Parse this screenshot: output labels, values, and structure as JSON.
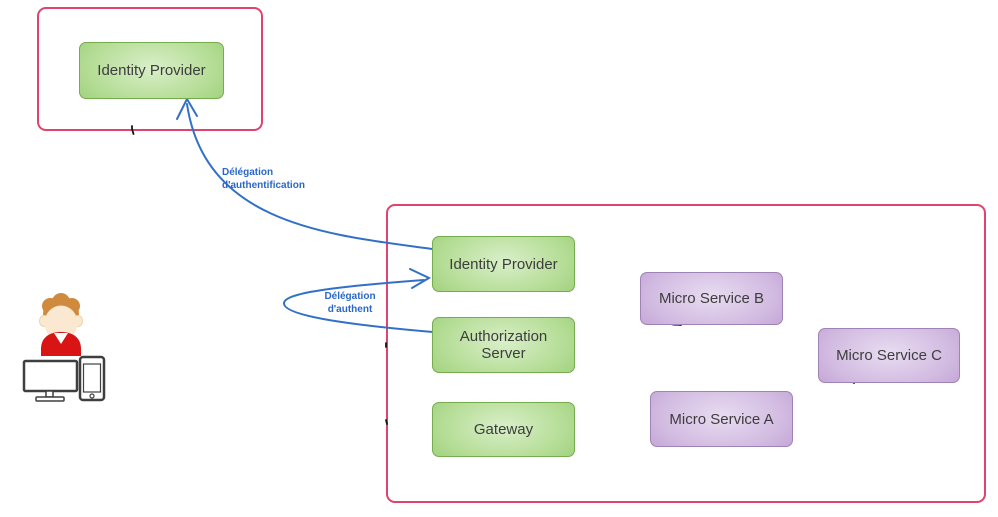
{
  "diagram": {
    "background_color": "#ffffff",
    "colors": {
      "zone_frame_border": "#e0436b",
      "green_node_center": "#d9efc9",
      "green_node_edge": "#8ac262",
      "purple_node_center": "#e8dcf1",
      "purple_node_edge": "#b18cc8",
      "arrow_blue": "#3270c8",
      "arrow_label_blue": "#2a68c8",
      "node_text": "#3d3d3d",
      "user_shirt_red": "#d81414",
      "user_hair_orange": "#d08a3e",
      "user_skin": "#fbe8d0",
      "device_outline_gray": "#3f3f3f",
      "ink_mark_black": "#141414"
    },
    "external_zone": {
      "nodes": [
        {
          "label": "Identity Provider",
          "type": "green"
        }
      ]
    },
    "internal_zone": {
      "nodes": [
        {
          "label": "Identity Provider",
          "type": "green"
        },
        {
          "label": "Authorization Server",
          "type": "green"
        },
        {
          "label": "Gateway",
          "type": "green"
        },
        {
          "label": "Micro Service B",
          "type": "purple"
        },
        {
          "label": "Micro Service C",
          "type": "purple"
        },
        {
          "label": "Micro Service A",
          "type": "purple"
        }
      ]
    },
    "arrows": [
      {
        "name": "delegation-authentification-arrow",
        "label": "Délégation d'authentification",
        "from": "internal Identity Provider",
        "to": "external Identity Provider"
      },
      {
        "name": "delegation-authent-arrow",
        "label": "Délégation d'authent",
        "from": "Authorization Server",
        "to": "internal Identity Provider"
      }
    ],
    "icons": [
      {
        "name": "user-icon"
      },
      {
        "name": "monitor-icon"
      },
      {
        "name": "tablet-icon"
      }
    ]
  }
}
